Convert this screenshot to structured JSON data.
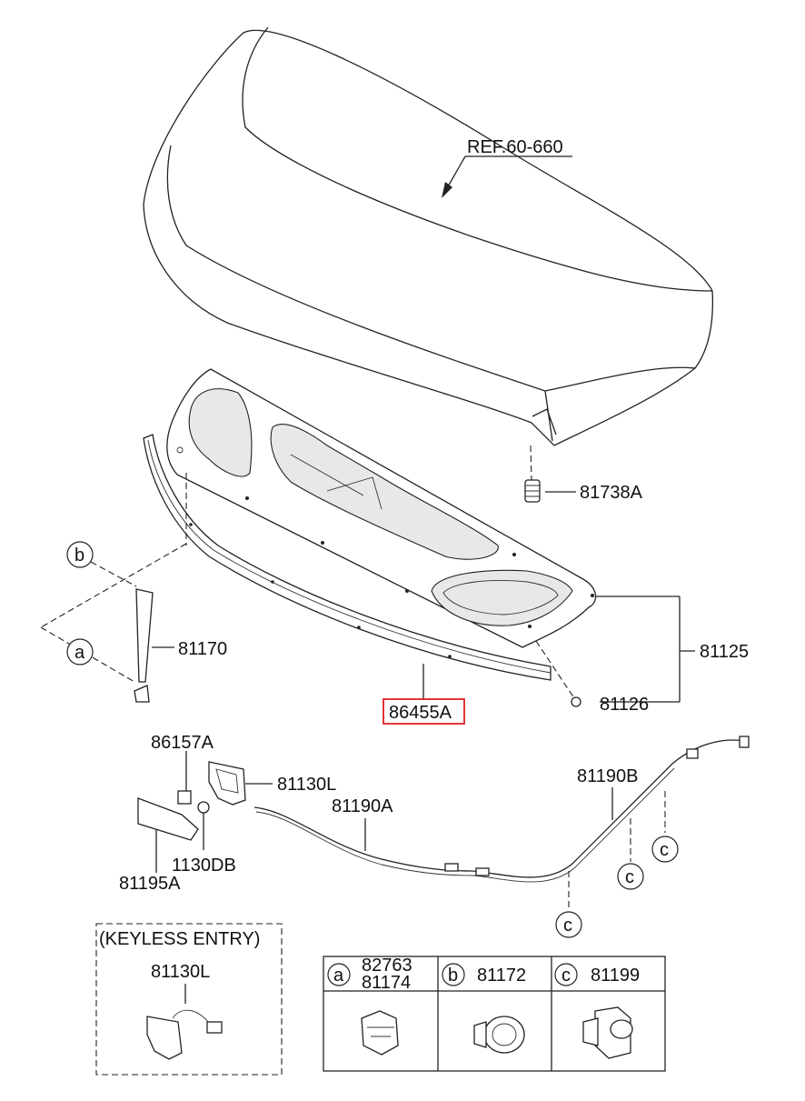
{
  "ref_label": "REF.60-660",
  "parts": {
    "p81738A": "81738A",
    "p81125": "81125",
    "p81126": "81126",
    "p86455A": "86455A",
    "p81170": "81170",
    "p86157A": "86157A",
    "p81130L": "81130L",
    "p81190A": "81190A",
    "p81190B": "81190B",
    "p1130DB": "1130DB",
    "p81195A": "81195A"
  },
  "callouts": {
    "a": "a",
    "b": "b",
    "c": "c"
  },
  "keyless": {
    "title": "(KEYLESS ENTRY)",
    "part": "81130L"
  },
  "legend": {
    "a": {
      "letter": "a",
      "line1": "82763",
      "line2": "81174"
    },
    "b": {
      "letter": "b",
      "part": "81172"
    },
    "c": {
      "letter": "c",
      "part": "81199"
    }
  },
  "highlight_color": "#e02020"
}
